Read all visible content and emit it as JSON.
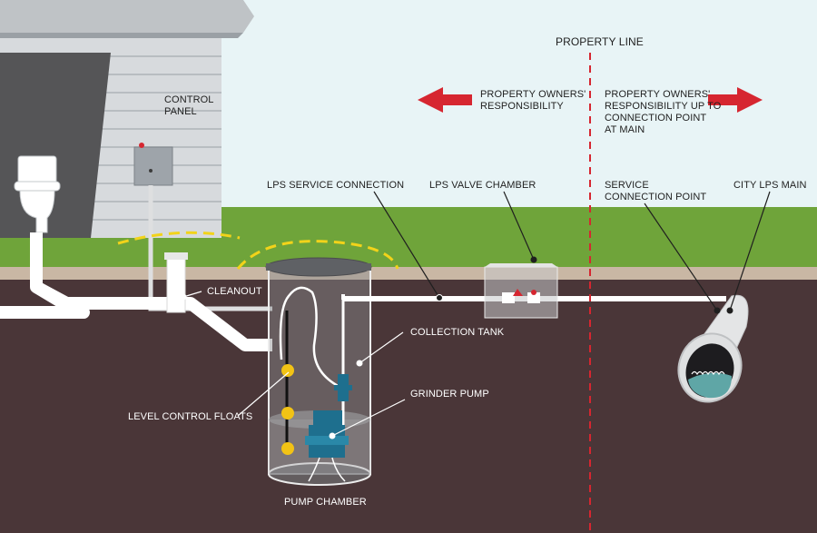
{
  "labels": {
    "control_panel": [
      "CONTROL",
      "PANEL"
    ],
    "property_line": "PROPERTY LINE",
    "owners_left": [
      "PROPERTY OWNERS'",
      "RESPONSIBILITY"
    ],
    "owners_right": [
      "PROPERTY OWNERS'",
      "RESPONSIBILITY UP TO",
      "CONNECTION POINT",
      "AT MAIN"
    ],
    "lps_service_connection": "LPS SERVICE CONNECTION",
    "lps_valve_chamber": "LPS VALVE CHAMBER",
    "service_connection_point": [
      "SERVICE",
      "CONNECTION POINT"
    ],
    "city_lps_main": "CITY LPS MAIN",
    "cleanout": "CLEANOUT",
    "collection_tank": "COLLECTION TANK",
    "grinder_pump": "GRINDER PUMP",
    "level_control_floats": "LEVEL CONTROL FLOATS",
    "pump_chamber": "PUMP CHAMBER"
  },
  "colors": {
    "sky": "#e8f4f6",
    "grass": "#6fa43a",
    "soil": "#4a3638",
    "gravel": "#c9b7a4",
    "arrow_red": "#d62630",
    "property_line": "#d62630",
    "pipe": "#ffffff",
    "pump_blue": "#1e6f8e",
    "float_yellow": "#f2c315",
    "house_siding": "#d7dadd",
    "house_dark": "#555557"
  },
  "icons": [
    "toilet-icon",
    "control-panel-icon",
    "grinder-pump-icon",
    "valve-icon",
    "left-arrow-icon",
    "right-arrow-icon"
  ]
}
